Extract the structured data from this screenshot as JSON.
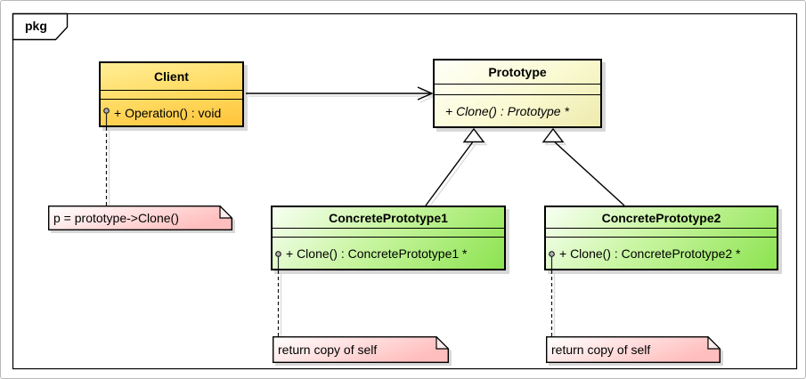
{
  "frame": {
    "label": "pkg"
  },
  "classes": [
    {
      "name": "Client",
      "operation": "+ Operation() : void"
    },
    {
      "name": "Prototype",
      "operation": "+ Clone() : Prototype *"
    },
    {
      "name": "ConcretePrototype1",
      "operation": "+ Clone() : ConcretePrototype1 *"
    },
    {
      "name": "ConcretePrototype2",
      "operation": "+ Clone() : ConcretePrototype2 *"
    }
  ],
  "notes": [
    {
      "text": "p = prototype->Clone()"
    },
    {
      "text": "return copy of self"
    },
    {
      "text": "return copy of self"
    }
  ],
  "relations": [
    {
      "type": "association",
      "from": "Client",
      "to": "Prototype"
    },
    {
      "type": "generalization",
      "from": "ConcretePrototype1",
      "to": "Prototype"
    },
    {
      "type": "generalization",
      "from": "ConcretePrototype2",
      "to": "Prototype"
    }
  ],
  "colors": {
    "client_fill_top": "#FFEE96",
    "client_fill_bottom": "#FFC43A",
    "prototype_fill_top": "#FFFFF8",
    "prototype_fill_bottom": "#EEEAAD",
    "concrete_fill_top": "#F7FFF2",
    "concrete_fill_bottom": "#8CE350",
    "note_fill_left": "#FFFFFF",
    "note_fill_right": "#FFBEBE",
    "line": "#000000",
    "shadow": "#D8D8D8"
  }
}
